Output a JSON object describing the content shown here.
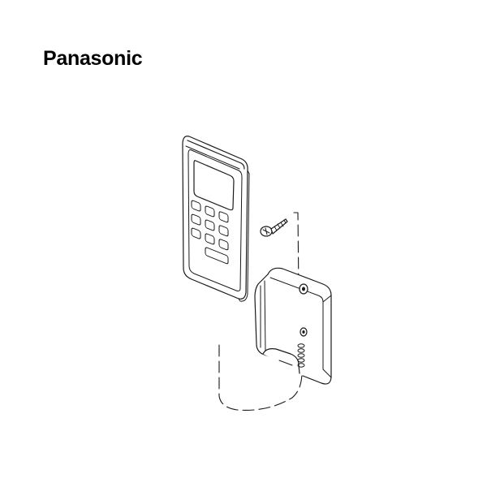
{
  "brand": {
    "name": "Panasonic",
    "color": "#000000"
  },
  "diagram": {
    "line_color": "#1a1a1a",
    "fill_color": "#ffffff",
    "shade_color": "#d8d8d8",
    "parts": [
      {
        "id": "remote-control",
        "icon": "remote-control-icon"
      },
      {
        "id": "mounting-screw",
        "icon": "screw-icon"
      },
      {
        "id": "wall-holder-bracket",
        "icon": "bracket-icon"
      }
    ]
  }
}
